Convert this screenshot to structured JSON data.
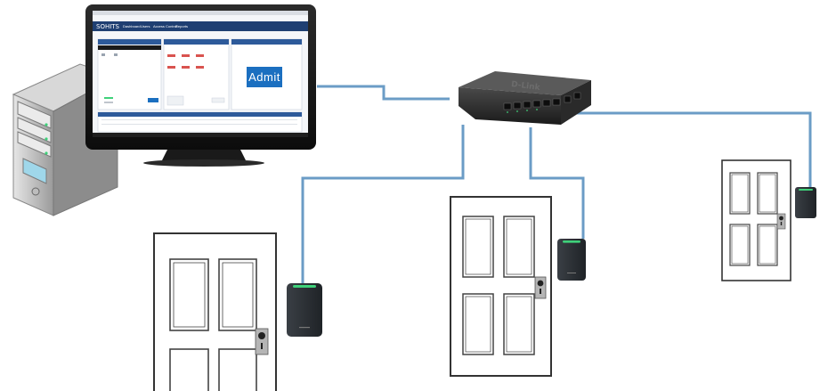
{
  "app": {
    "logo": "SOHITS",
    "nav": [
      "Dashboard",
      "Users",
      "Access Control",
      "Reports"
    ],
    "admit_button_label": "Admit"
  },
  "switch": {
    "brand": "D-Link"
  },
  "colors": {
    "cable": "#6b9cc6",
    "screen_header": "#1f3f72",
    "admit_button": "#1b6fc0",
    "reader_led": "#3fd17a",
    "door_frame": "#333333"
  },
  "icons": [
    "server-tower-icon",
    "monitor-icon",
    "network-switch-icon",
    "door-icon",
    "card-reader-icon",
    "door-handle-icon"
  ]
}
